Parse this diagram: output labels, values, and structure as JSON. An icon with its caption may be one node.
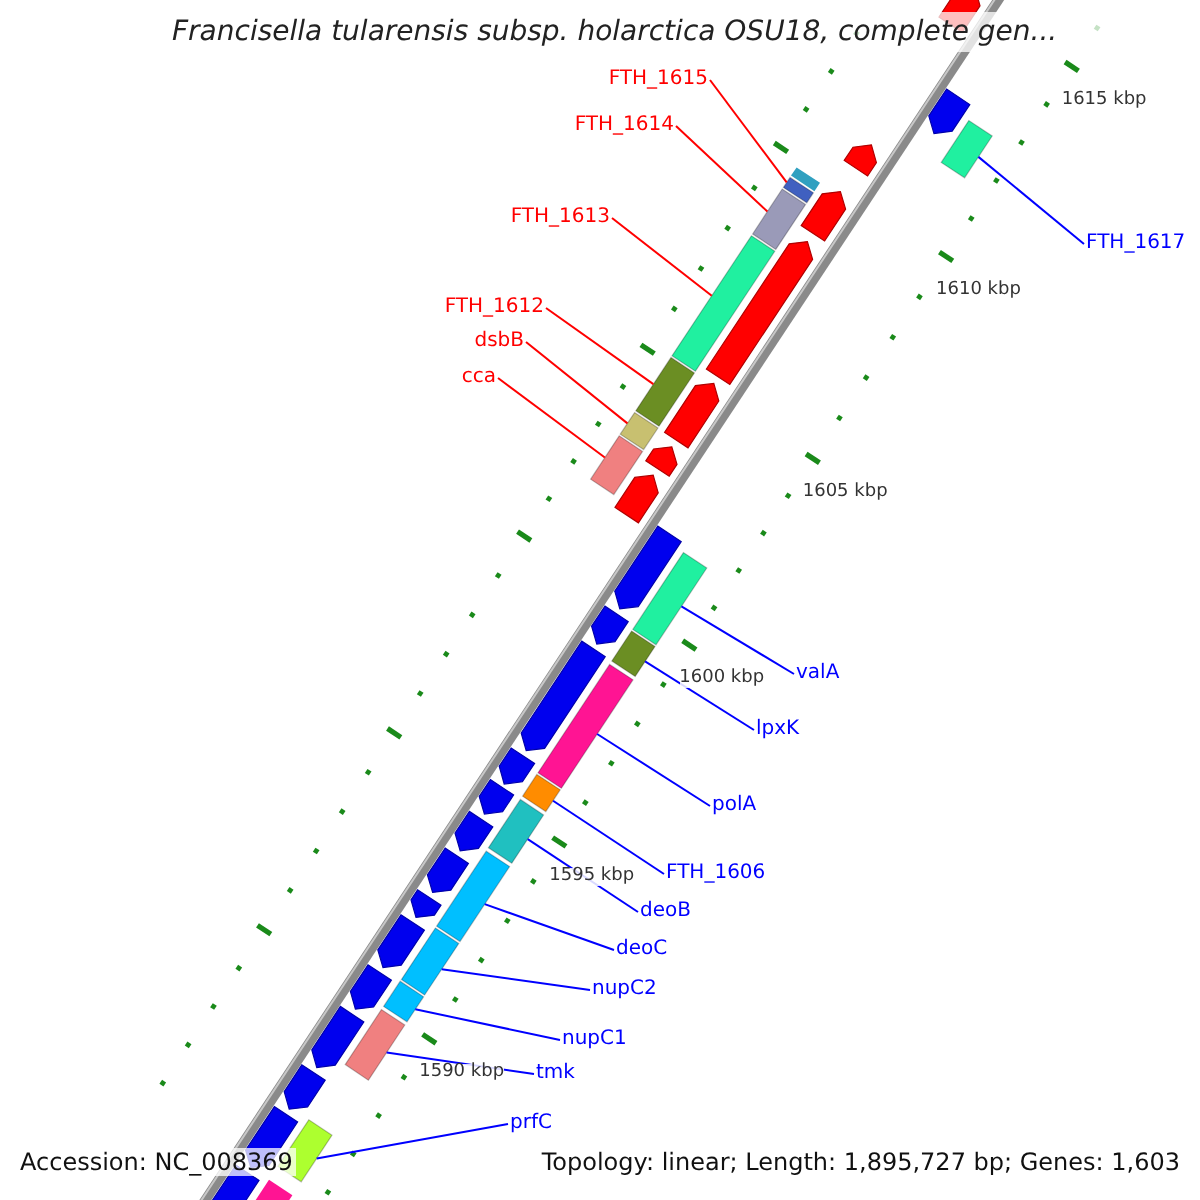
{
  "diagram": {
    "title": "Francisella tularensis subsp. holarctica OSU18, complete gen...",
    "nodes": [
      {
        "text": [
          "FTH_1615"
        ]
      },
      {
        "text": [
          "FTH_1614"
        ]
      },
      {
        "text": [
          "FTH_1617"
        ]
      },
      {
        "text": [
          "FTH_1613"
        ]
      },
      {
        "text": [
          "FTH_1612"
        ]
      },
      {
        "text": [
          "dsbB"
        ]
      },
      {
        "text": [
          "cca"
        ]
      },
      {
        "text": [
          "valA"
        ]
      },
      {
        "text": [
          "lpxK"
        ]
      },
      {
        "text": [
          "polA"
        ]
      },
      {
        "text": [
          "FTH_1606"
        ]
      },
      {
        "text": [
          "deoB"
        ]
      },
      {
        "text": [
          "deoC"
        ]
      },
      {
        "text": [
          "nupC2"
        ]
      },
      {
        "text": [
          "nupC1"
        ]
      },
      {
        "text": [
          "tmk"
        ]
      },
      {
        "text": [
          "prfC"
        ]
      },
      {
        "text": [],
        "shape": "box"
      },
      {
        "text": [],
        "shape": "box"
      },
      {
        "text": [],
        "shape": "box"
      },
      {
        "text": [],
        "shape": "box"
      },
      {
        "text": [],
        "shape": "box"
      },
      {
        "text": [],
        "shape": "box"
      },
      {
        "text": [],
        "shape": "box"
      },
      {
        "text": [],
        "shape": "box"
      },
      {
        "text": [],
        "shape": "box"
      },
      {
        "text": [],
        "shape": "box"
      },
      {
        "text": [],
        "shape": "box"
      },
      {
        "text": [],
        "shape": "box"
      },
      {
        "text": [],
        "shape": "box"
      },
      {
        "text": [],
        "shape": "box"
      },
      {
        "text": [],
        "shape": "box"
      },
      {
        "text": [],
        "shape": "box"
      },
      {
        "text": [],
        "shape": "box"
      }
    ],
    "edges": [
      {
        "from": 0,
        "to": 17,
        "arrow": "none",
        "color": "#ff0000"
      },
      {
        "from": 1,
        "to": 19,
        "arrow": "none",
        "color": "#ff0000"
      },
      {
        "from": 2,
        "to": 18,
        "arrow": "none"
      },
      {
        "from": 3,
        "to": 20,
        "arrow": "none",
        "color": "#ff0000"
      },
      {
        "from": 4,
        "to": 21,
        "arrow": "none",
        "color": "#ff0000"
      },
      {
        "from": 5,
        "to": 22,
        "arrow": "none",
        "color": "#ff0000"
      },
      {
        "from": 6,
        "to": 23,
        "arrow": "none",
        "color": "#ff0000"
      },
      {
        "from": 7,
        "to": 24,
        "arrow": "none"
      },
      {
        "from": 8,
        "to": 25,
        "arrow": "none"
      },
      {
        "from": 9,
        "to": 26,
        "arrow": "none"
      },
      {
        "from": 10,
        "to": 27,
        "arrow": "none"
      },
      {
        "from": 11,
        "to": 28,
        "arrow": "none"
      },
      {
        "from": 12,
        "to": 29,
        "arrow": "none"
      },
      {
        "from": 13,
        "to": 30,
        "arrow": "none"
      },
      {
        "from": 14,
        "to": 31,
        "arrow": "none"
      },
      {
        "from": 15,
        "to": 32,
        "arrow": "none"
      },
      {
        "from": 16,
        "to": 33,
        "arrow": "none"
      }
    ],
    "labels": [
      "1615 kbp",
      "1610 kbp",
      "1605 kbp",
      "1600 kbp",
      "1595 kbp",
      "1590 kbp",
      "Accession: NC_008369",
      "Topology: linear; Length: 1,895,727 bp; Genes: 1,603"
    ]
  }
}
